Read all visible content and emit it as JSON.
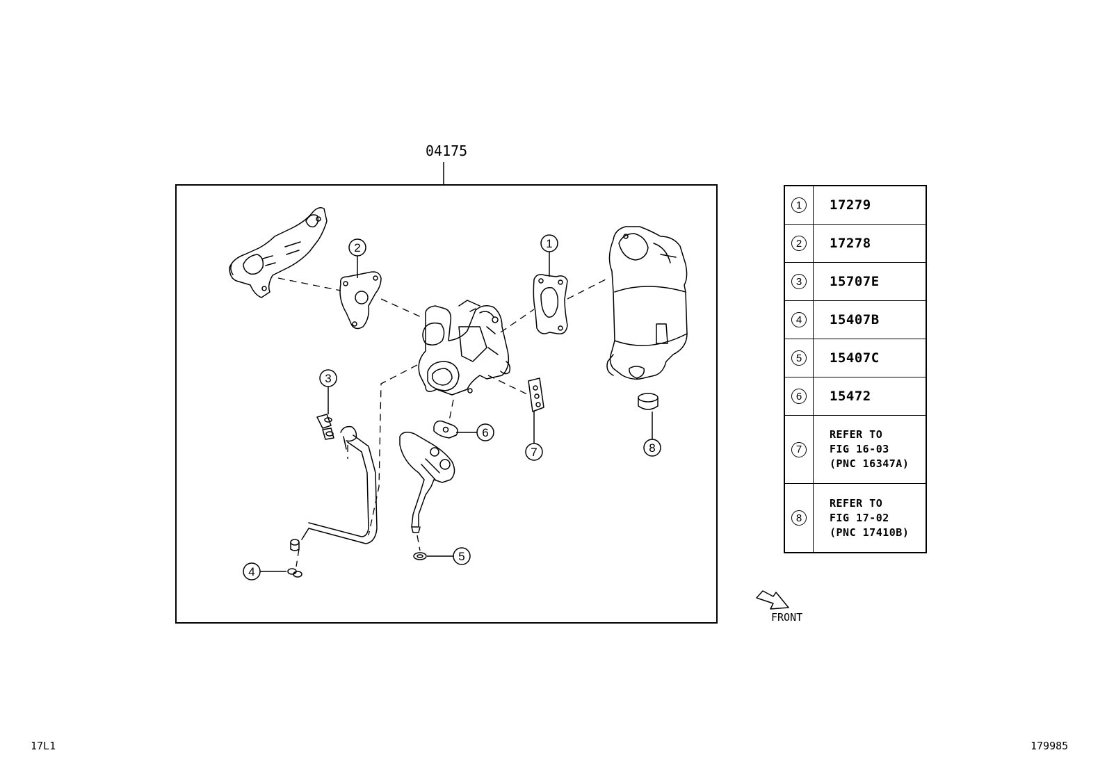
{
  "assembly": {
    "part_number": "04175"
  },
  "callouts": [
    {
      "ref": "1",
      "pos": "gasket-right"
    },
    {
      "ref": "2",
      "pos": "gasket-left"
    },
    {
      "ref": "3",
      "pos": "clip-upper"
    },
    {
      "ref": "4",
      "pos": "union-bolt"
    },
    {
      "ref": "5",
      "pos": "gasket-bottom"
    },
    {
      "ref": "6",
      "pos": "gasket-small"
    },
    {
      "ref": "7",
      "pos": "gasket-plate"
    },
    {
      "ref": "8",
      "pos": "ring"
    }
  ],
  "legend": [
    {
      "ref": "1",
      "lines": [
        "17279"
      ]
    },
    {
      "ref": "2",
      "lines": [
        "17278"
      ]
    },
    {
      "ref": "3",
      "lines": [
        "15707E"
      ]
    },
    {
      "ref": "4",
      "lines": [
        "15407B"
      ]
    },
    {
      "ref": "5",
      "lines": [
        "15407C"
      ]
    },
    {
      "ref": "6",
      "lines": [
        "15472"
      ]
    },
    {
      "ref": "7",
      "lines": [
        "REFER TO",
        "FIG 16-03",
        "(PNC 16347A)"
      ]
    },
    {
      "ref": "8",
      "lines": [
        "REFER TO",
        "FIG 17-02",
        "(PNC 17410B)"
      ]
    }
  ],
  "front_label": "FRONT",
  "footer": {
    "left": "17L1",
    "right": "179985"
  }
}
